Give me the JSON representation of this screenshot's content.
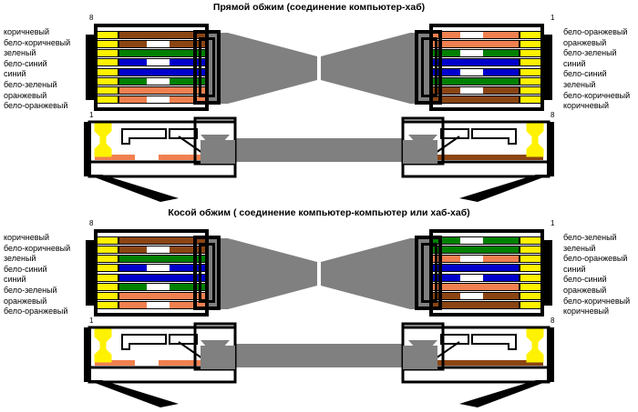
{
  "colors": {
    "brown": "#8B4513",
    "green": "#008000",
    "blue": "#0000CC",
    "orange": "#F08050",
    "white": "#FFFFFF",
    "pin_yellow": "#FFF200",
    "cable_gray": "#808080",
    "outline_black": "#000000"
  },
  "wire_names": {
    "brown": "коричневый",
    "white_brown": "бело-коричневый",
    "green": "зеленый",
    "white_blue": "бело-синий",
    "blue": "синий",
    "white_green": "бело-зеленый",
    "orange": "оранжевый",
    "white_orange": "бело-оранжевый"
  },
  "diagrams": [
    {
      "id": "straight",
      "title": "Прямой обжим (соединение компьютер-хаб)",
      "left_connector": {
        "top_pin_number": "8",
        "bottom_pin_number": "1",
        "labels": [
          "коричневый",
          "бело-коричневый",
          "зеленый",
          "бело-синий",
          "синий",
          "бело-зеленый",
          "оранжевый",
          "бело-оранжевый"
        ],
        "wires": [
          {
            "color": "#8B4513",
            "striped": false
          },
          {
            "color": "#8B4513",
            "striped": true
          },
          {
            "color": "#008000",
            "striped": false
          },
          {
            "color": "#0000CC",
            "striped": true
          },
          {
            "color": "#0000CC",
            "striped": false
          },
          {
            "color": "#008000",
            "striped": true
          },
          {
            "color": "#F08050",
            "striped": false
          },
          {
            "color": "#F08050",
            "striped": true
          }
        ]
      },
      "right_connector": {
        "top_pin_number": "1",
        "bottom_pin_number": "8",
        "labels": [
          "бело-оранжевый",
          "оранжевый",
          "бело-зеленый",
          "синий",
          "бело-синий",
          "зеленый",
          "бело-коричневый",
          "коричневый"
        ],
        "wires": [
          {
            "color": "#F08050",
            "striped": true
          },
          {
            "color": "#F08050",
            "striped": false
          },
          {
            "color": "#008000",
            "striped": true
          },
          {
            "color": "#0000CC",
            "striped": false
          },
          {
            "color": "#0000CC",
            "striped": true
          },
          {
            "color": "#008000",
            "striped": false
          },
          {
            "color": "#8B4513",
            "striped": true
          },
          {
            "color": "#8B4513",
            "striped": false
          }
        ]
      },
      "side_view": {
        "left_wire_color": "#F08050",
        "right_wire_color": "#8B4513",
        "latch_color": "#FFF200"
      }
    },
    {
      "id": "crossover",
      "title": "Косой обжим ( соединение компьютер-компьютер или хаб-хаб)",
      "left_connector": {
        "top_pin_number": "8",
        "bottom_pin_number": "1",
        "labels": [
          "коричневый",
          "бело-коричневый",
          "зеленый",
          "бело-синий",
          "синий",
          "бело-зеленый",
          "оранжевый",
          "бело-оранжевый"
        ],
        "wires": [
          {
            "color": "#8B4513",
            "striped": false
          },
          {
            "color": "#8B4513",
            "striped": true
          },
          {
            "color": "#008000",
            "striped": false
          },
          {
            "color": "#0000CC",
            "striped": true
          },
          {
            "color": "#0000CC",
            "striped": false
          },
          {
            "color": "#008000",
            "striped": true
          },
          {
            "color": "#F08050",
            "striped": false
          },
          {
            "color": "#F08050",
            "striped": true
          }
        ]
      },
      "right_connector": {
        "top_pin_number": "1",
        "bottom_pin_number": "8",
        "labels": [
          "бело-зеленый",
          "зеленый",
          "бело-оранжевый",
          "синий",
          "бело-синий",
          "оранжевый",
          "бело-коричневый",
          "коричневый"
        ],
        "wires": [
          {
            "color": "#008000",
            "striped": true
          },
          {
            "color": "#008000",
            "striped": false
          },
          {
            "color": "#F08050",
            "striped": true
          },
          {
            "color": "#0000CC",
            "striped": false
          },
          {
            "color": "#0000CC",
            "striped": true
          },
          {
            "color": "#F08050",
            "striped": false
          },
          {
            "color": "#8B4513",
            "striped": true
          },
          {
            "color": "#8B4513",
            "striped": false
          }
        ]
      },
      "side_view": {
        "left_wire_color": "#F08050",
        "right_wire_color": "#8B4513",
        "latch_color": "#FFF200"
      }
    }
  ]
}
